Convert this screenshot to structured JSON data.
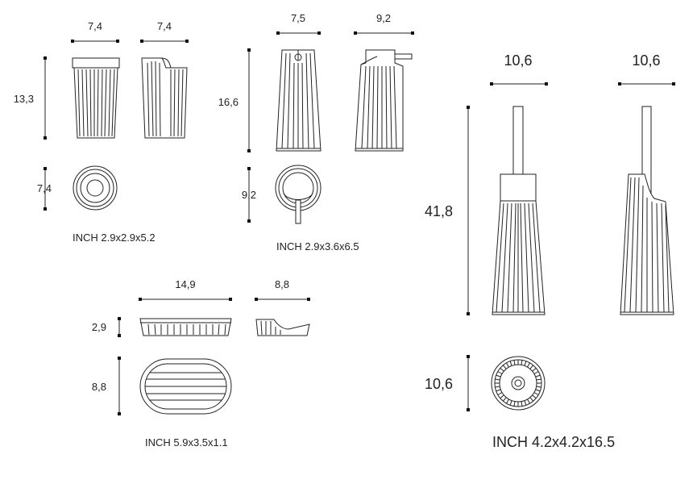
{
  "cup": {
    "width_front": "7,4",
    "width_side": "7,4",
    "height": "13,3",
    "depth": "7,4",
    "inch": "INCH 2.9x2.9x5.2"
  },
  "dispenser": {
    "width_front": "7,5",
    "width_side": "9,2",
    "height": "16,6",
    "depth": "9,2",
    "inch": "INCH 2.9x3.6x6.5"
  },
  "soap_dish": {
    "width_front": "14,9",
    "width_side": "8,8",
    "height": "2,9",
    "depth": "8,8",
    "inch": "INCH 5.9x3.5x1.1"
  },
  "toilet_brush": {
    "width_front": "10,6",
    "width_side": "10,6",
    "height": "41,8",
    "depth": "10,6",
    "inch": "INCH 4.2x4.2x16.5"
  }
}
